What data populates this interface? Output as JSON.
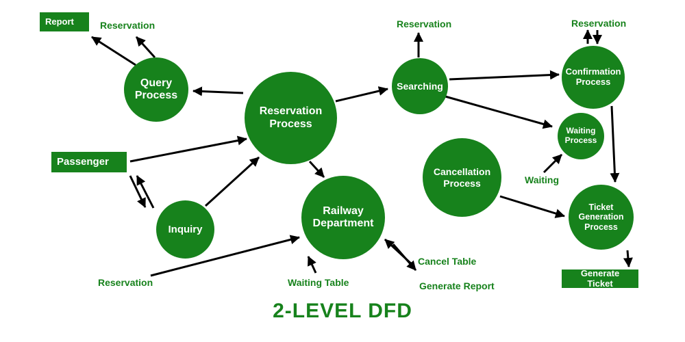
{
  "title": "2-LEVEL DFD",
  "colors": {
    "green": "#17821c",
    "arrow": "#000000",
    "background": "#ffffff",
    "node_text": "#ffffff"
  },
  "entities": {
    "report": "Report",
    "passenger": "Passenger",
    "generate_ticket": "Generate Ticket"
  },
  "processes": {
    "query": "Query Process",
    "reservation": "Reservation Process",
    "searching": "Searching",
    "confirmation": "Confirmation Process",
    "waiting": "Waiting Process",
    "ticket_generation": "Ticket Generation Process",
    "cancellation": "Cancellation Process",
    "inquiry": "Inquiry",
    "railway": "Railway Department"
  },
  "flow_labels": {
    "reservation_top_left": "Reservation",
    "reservation_top_center": "Reservation",
    "reservation_top_right": "Reservation",
    "waiting": "Waiting",
    "reservation_bottom_left": "Reservation",
    "waiting_table": "Waiting Table",
    "cancel_table": "Cancel Table",
    "generate_report": "Generate Report"
  }
}
